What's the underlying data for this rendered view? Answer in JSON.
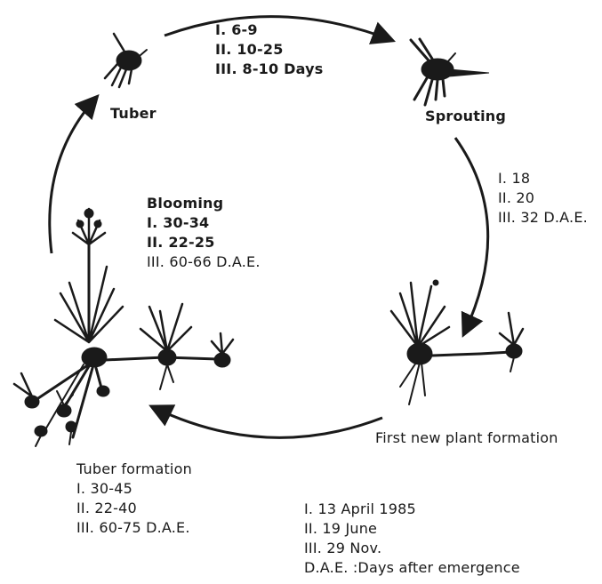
{
  "stages": {
    "tuber": "Tuber",
    "sprouting": "Sprouting",
    "blooming": "Blooming",
    "tuber_formation": "Tuber formation",
    "first_new_plant": "First new plant formation"
  },
  "tuber_to_sprouting": [
    "I. 6-9",
    "II. 10-25",
    "III. 8-10  Days"
  ],
  "sprouting_to_new_plant": [
    "I. 18",
    "II. 20",
    "III. 32  D.A.E."
  ],
  "blooming_days": [
    "I.  30-34",
    "II.  22-25",
    "III. 60-66 D.A.E."
  ],
  "tuber_formation_days": [
    "I.  30-45",
    "II.  22-40",
    "III. 60-75  D.A.E."
  ],
  "legend": [
    "I. 13  April 1985",
    "II. 19  June",
    "III. 29  Nov.",
    "D.A.E. :Days after emergence"
  ],
  "colors": {
    "ink": "#1a1a1a",
    "background": "#ffffff"
  }
}
